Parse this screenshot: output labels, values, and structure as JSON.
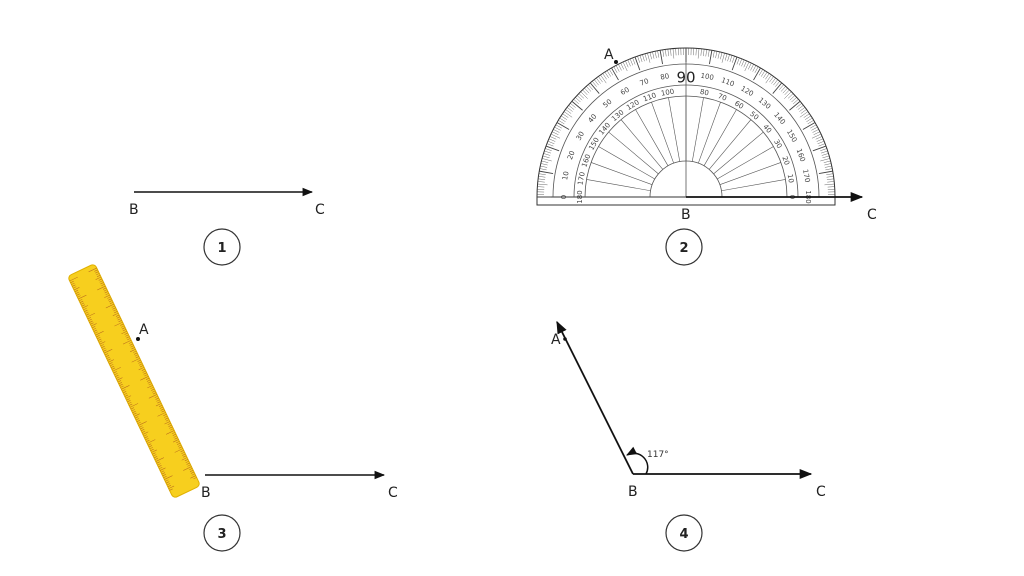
{
  "panels": [
    {
      "number": "1",
      "points": {
        "B": "B",
        "C": "C"
      }
    },
    {
      "number": "2",
      "points": {
        "A": "A",
        "B": "B",
        "C": "C"
      }
    },
    {
      "number": "3",
      "points": {
        "A": "A",
        "B": "B",
        "C": "C"
      }
    },
    {
      "number": "4",
      "points": {
        "A": "A",
        "B": "B",
        "C": "C"
      },
      "angle_label": "117°"
    }
  ],
  "protractor": {
    "center_label": "90",
    "outer_labels": [
      "0",
      "10",
      "20",
      "30",
      "40",
      "50",
      "60",
      "70",
      "80",
      "",
      "100",
      "110",
      "120",
      "130",
      "140",
      "150",
      "160",
      "170",
      "180"
    ],
    "inner_labels": [
      "180",
      "170",
      "160",
      "150",
      "140",
      "130",
      "120",
      "110",
      "100",
      "",
      "80",
      "70",
      "60",
      "50",
      "40",
      "30",
      "20",
      "10",
      "0"
    ]
  },
  "colors": {
    "ruler": "#f7cf1e",
    "ruler_marks": "#b5651d",
    "line": "#111111"
  }
}
